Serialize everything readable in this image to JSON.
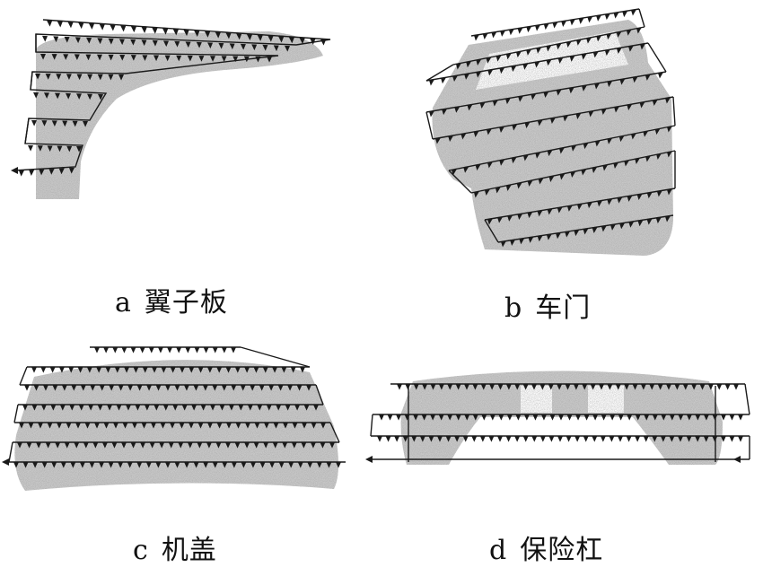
{
  "panels": [
    {
      "id": "a",
      "letter": "a",
      "label": "翼子板"
    },
    {
      "id": "b",
      "letter": "b",
      "label": "车门"
    },
    {
      "id": "c",
      "letter": "c",
      "label": "机盖"
    },
    {
      "id": "d",
      "letter": "d",
      "label": "保险杠"
    }
  ],
  "colors": {
    "stroke": "#1a1a1a",
    "stipple": "#8a8a8a",
    "background": "#ffffff"
  }
}
